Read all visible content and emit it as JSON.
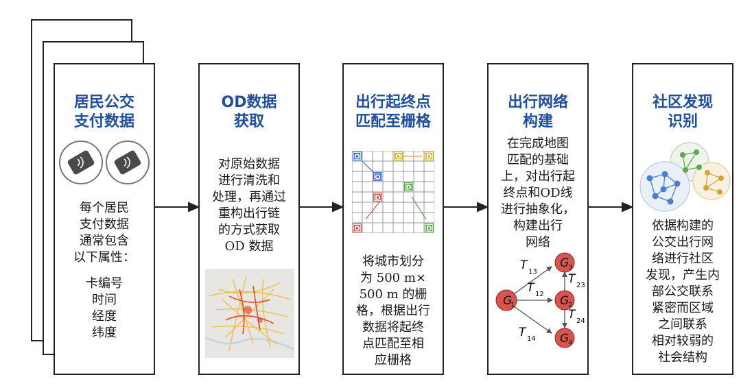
{
  "step1": {
    "title_lines": [
      "居民公交",
      "支付数据"
    ],
    "body_lines": [
      "每个居民",
      "支付数据",
      "通常包含",
      "以下属性："
    ],
    "attributes": [
      "卡编号",
      "时间",
      "经度",
      "纬度"
    ],
    "icons": [
      "card-reader-icon",
      "card-reader-icon"
    ]
  },
  "step2": {
    "title_lines": [
      "OD数据",
      "获取"
    ],
    "body_lines": [
      "对原始数据",
      "进行清洗和",
      "处理，再通过",
      "重构出行链",
      "的方式获取",
      "OD 数据"
    ],
    "image": "od-heatmap"
  },
  "step3": {
    "title_lines": [
      "出行起终点",
      "匹配至栅格"
    ],
    "grid_labels": [
      "O",
      "O",
      "D",
      "O",
      "D",
      "D",
      "O",
      "D"
    ],
    "body_lines": [
      "将城市划分",
      "为 500 m×",
      "500 m 的栅",
      "格，根据出行",
      "数据将起终",
      "点匹配至相",
      "应栅格"
    ]
  },
  "step4": {
    "title_lines": [
      "出行网络",
      "构建"
    ],
    "body_lines": [
      "在完成地图",
      "匹配的基础",
      "上，对出行起",
      "终点和OD线",
      "进行抽象化，",
      "构建出行",
      "网络"
    ],
    "graph": {
      "nodes": [
        {
          "id": "G1",
          "base": "G",
          "sub": "1"
        },
        {
          "id": "G2",
          "base": "G",
          "sub": "2"
        },
        {
          "id": "G3",
          "base": "G",
          "sub": "3"
        },
        {
          "id": "G4",
          "base": "G",
          "sub": "4"
        }
      ],
      "edges": [
        {
          "base": "T",
          "sub": "13"
        },
        {
          "base": "T",
          "sub": "12"
        },
        {
          "base": "T",
          "sub": "23"
        },
        {
          "base": "T",
          "sub": "24"
        },
        {
          "base": "T",
          "sub": "14"
        }
      ]
    }
  },
  "step5": {
    "title_lines": [
      "社区发现",
      "识别"
    ],
    "body_lines": [
      "依据构建的",
      "公交出行网",
      "络进行社区",
      "发现，产生内",
      "部公交联系",
      "紧密而区域",
      "之间联系",
      "相对较弱的",
      "社会结构"
    ]
  },
  "colors": {
    "title": "#1f4e9a",
    "node": "#d9534f",
    "community_blue": "#4a7fd0",
    "community_green": "#5aaa46",
    "community_yellow": "#d9a531"
  }
}
